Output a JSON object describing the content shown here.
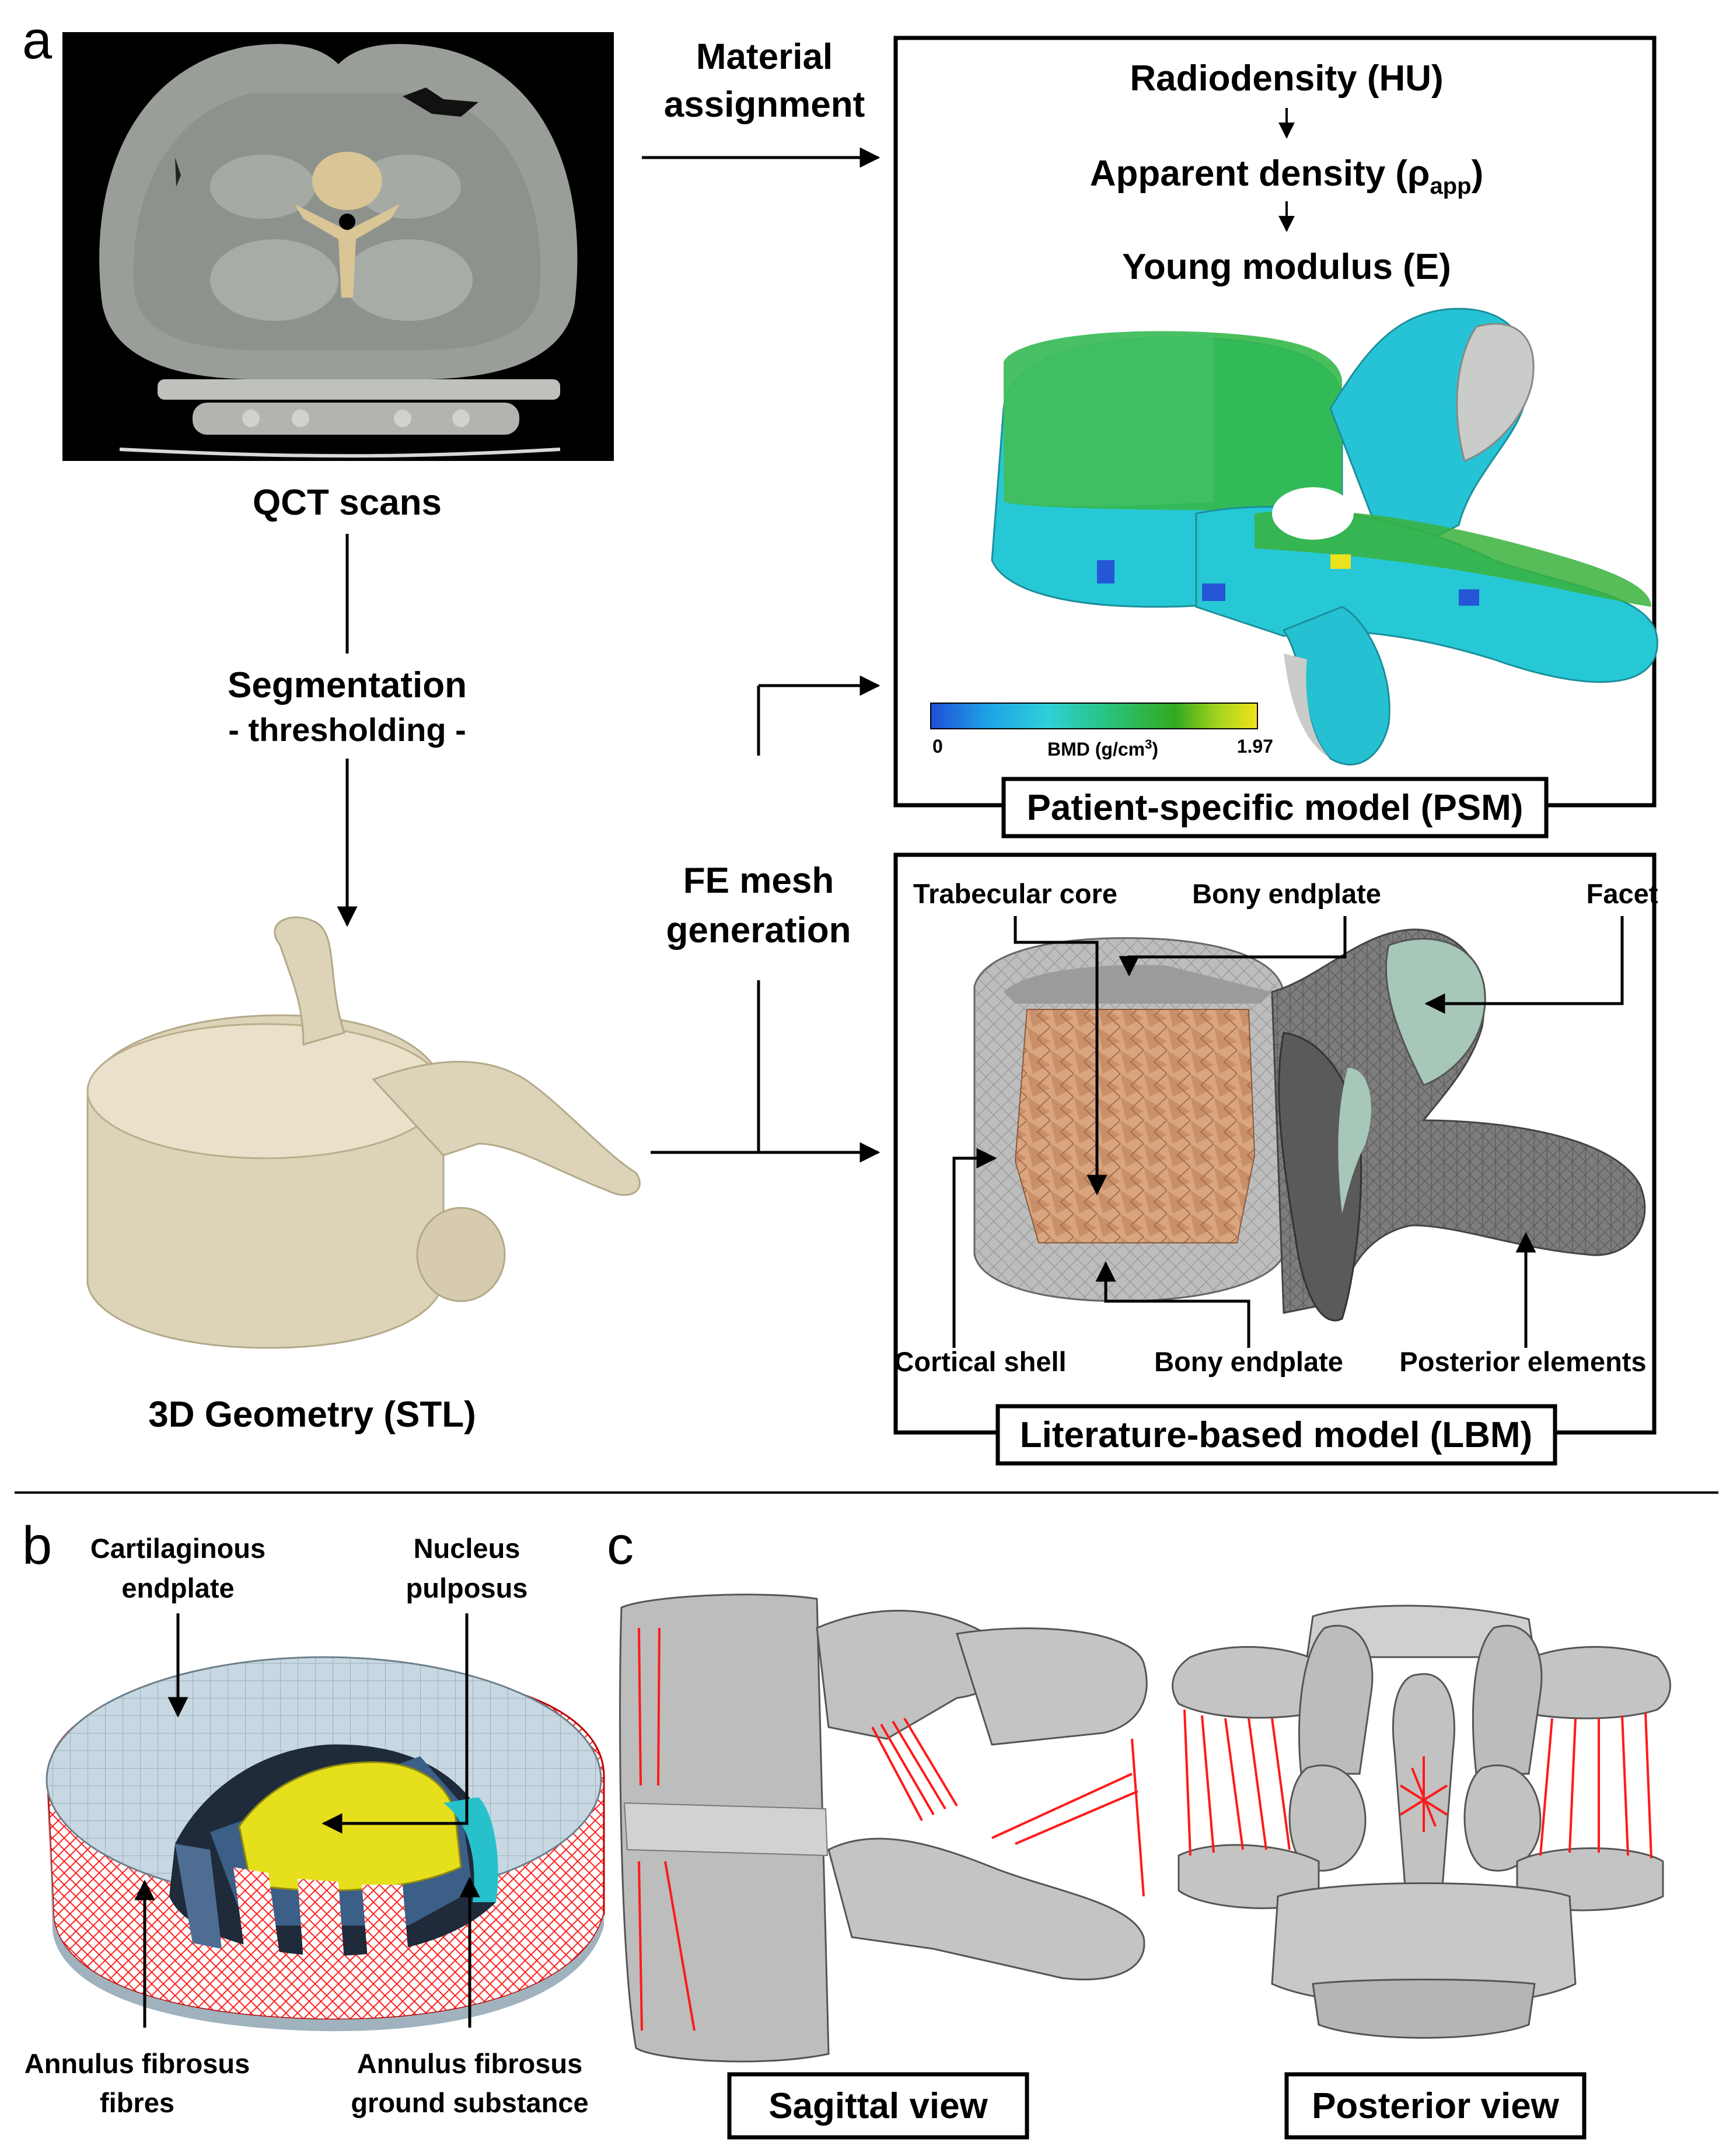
{
  "panels": {
    "a": "a",
    "b": "b",
    "c": "c"
  },
  "panel_a": {
    "qct_label": "QCT scans",
    "segmentation": "Segmentation",
    "thresholding": "- thresholding -",
    "geometry_label": "3D Geometry (STL)",
    "material_line1": "Material",
    "material_line2": "assignment",
    "fe_line1": "FE mesh",
    "fe_line2": "generation",
    "radiodensity": "Radiodensity (HU)",
    "apparent_density": "Apparent density (ρ",
    "apparent_sub": "app",
    "apparent_close": ")",
    "young": "Young modulus (E)",
    "psm_label": "Patient-specific model (PSM)",
    "lbm_label": "Literature-based model (LBM)",
    "colorbar": {
      "min": "0",
      "max": "1.97",
      "title": "BMD (g/cm",
      "title_sup": "3",
      "title_close": ")"
    },
    "lbm_callouts": {
      "trabecular": "Trabecular core",
      "bony_top": "Bony endplate",
      "facet": "Facet",
      "cortical": "Cortical shell",
      "bony_bottom": "Bony endplate",
      "posterior": "Posterior elements"
    }
  },
  "panel_b": {
    "cart_line1": "Cartilaginous",
    "cart_line2": "endplate",
    "nucleus_line1": "Nucleus",
    "nucleus_line2": "pulposus",
    "af_fibres_line1": "Annulus fibrosus",
    "af_fibres_line2": "fibres",
    "af_ground_line1": "Annulus fibrosus",
    "af_ground_line2": "ground substance"
  },
  "panel_c": {
    "sagittal": "Sagittal view",
    "posterior": "Posterior view"
  },
  "colors": {
    "bone": "#ddd3b9",
    "ct_bg": "#000000",
    "ct_tissue": "#9a9e98",
    "bmd_low": "#1f4fd6",
    "bmd_mid": "#2fd0d8",
    "bmd_high": "#f2e11c",
    "trabecular": "#d9a57f",
    "facet": "#a7c7b8",
    "mesh_gray": "#7c7c7c",
    "nucleus": "#e6df1c",
    "ligament": "#ff1a1a"
  }
}
